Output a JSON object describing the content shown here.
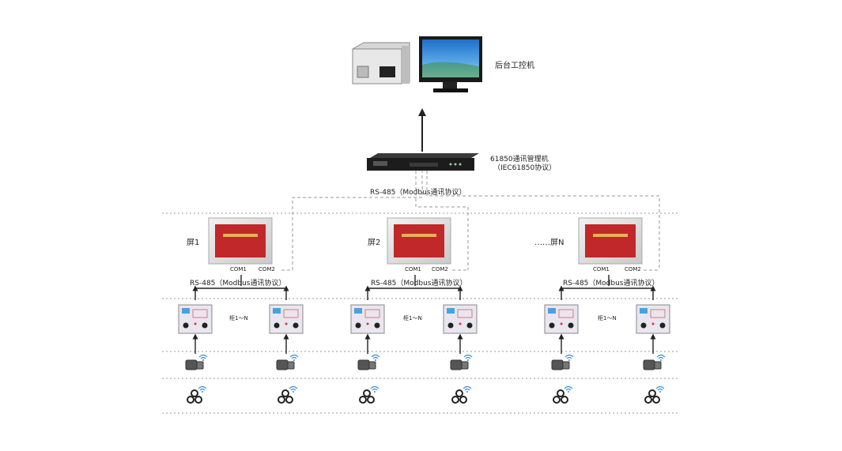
{
  "top": {
    "workstation_label": "后台工控机"
  },
  "gateway": {
    "title": "61850通讯管理机",
    "subtitle": "（IEC61850协议）",
    "uplink_label": "RS-485（Modbus通讯协议）"
  },
  "screens": [
    {
      "label": "屏1",
      "com1": "COM1",
      "com2": "COM2",
      "bus_label": "RS-485（Modbus通讯协议）",
      "span_label": "柜1～N"
    },
    {
      "label": "屏2",
      "com1": "COM1",
      "com2": "COM2",
      "bus_label": "RS-485（Modbus通讯协议）",
      "span_label": "柜1～N"
    },
    {
      "label": "……屏N",
      "com1": "COM1",
      "com2": "COM2",
      "bus_label": "RS-485（Modbus通讯协议）",
      "span_label": "柜1～N"
    }
  ],
  "colors": {
    "line": "#222222",
    "dashed": "#999999",
    "hmi_screen": "#c0282a",
    "monitor_screen": "#3f8fd8"
  }
}
